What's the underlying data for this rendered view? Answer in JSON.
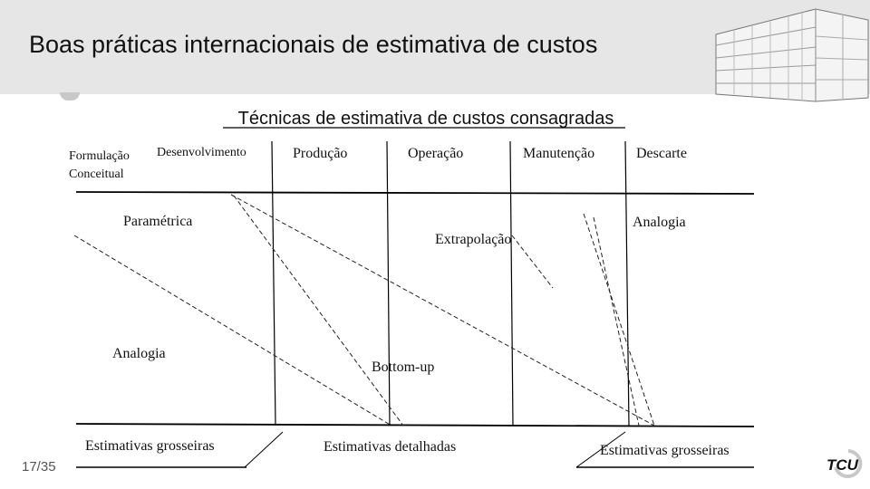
{
  "header": {
    "title": "Boas práticas internacionais de estimativa de custos"
  },
  "diagram": {
    "subtitle": "Técnicas de estimativa de custos consagradas",
    "phases": {
      "formulacao": "Formulação\nConceitual",
      "desenvolvimento": "Desenvolvimento",
      "producao": "Produção",
      "operacao": "Operação",
      "manutencao": "Manutenção",
      "descarte": "Descarte"
    },
    "techniques": {
      "parametrica": "Paramétrica",
      "extrapolacao": "Extrapolação",
      "analogia_right": "Analogia",
      "analogia_left": "Analogia",
      "bottom_up": "Bottom-up"
    },
    "estimates": {
      "left": "Estimativas grosseiras",
      "center": "Estimativas detalhadas",
      "right": "Estimativas grosseiras"
    }
  },
  "footer": {
    "page": "17/35",
    "logo_text": "TCU"
  }
}
